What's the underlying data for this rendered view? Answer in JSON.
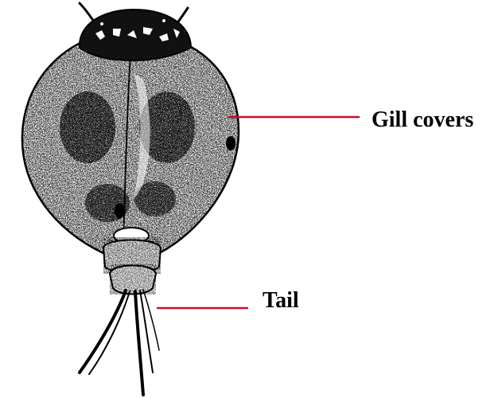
{
  "diagram": {
    "labels": {
      "gill_covers": "Gill covers",
      "tail": "Tail"
    },
    "colors": {
      "leader_line": "#c8102e",
      "ink": "#000000",
      "background": "#ffffff"
    },
    "icons": {
      "specimen": "water-flea-specimen-illustration"
    }
  }
}
